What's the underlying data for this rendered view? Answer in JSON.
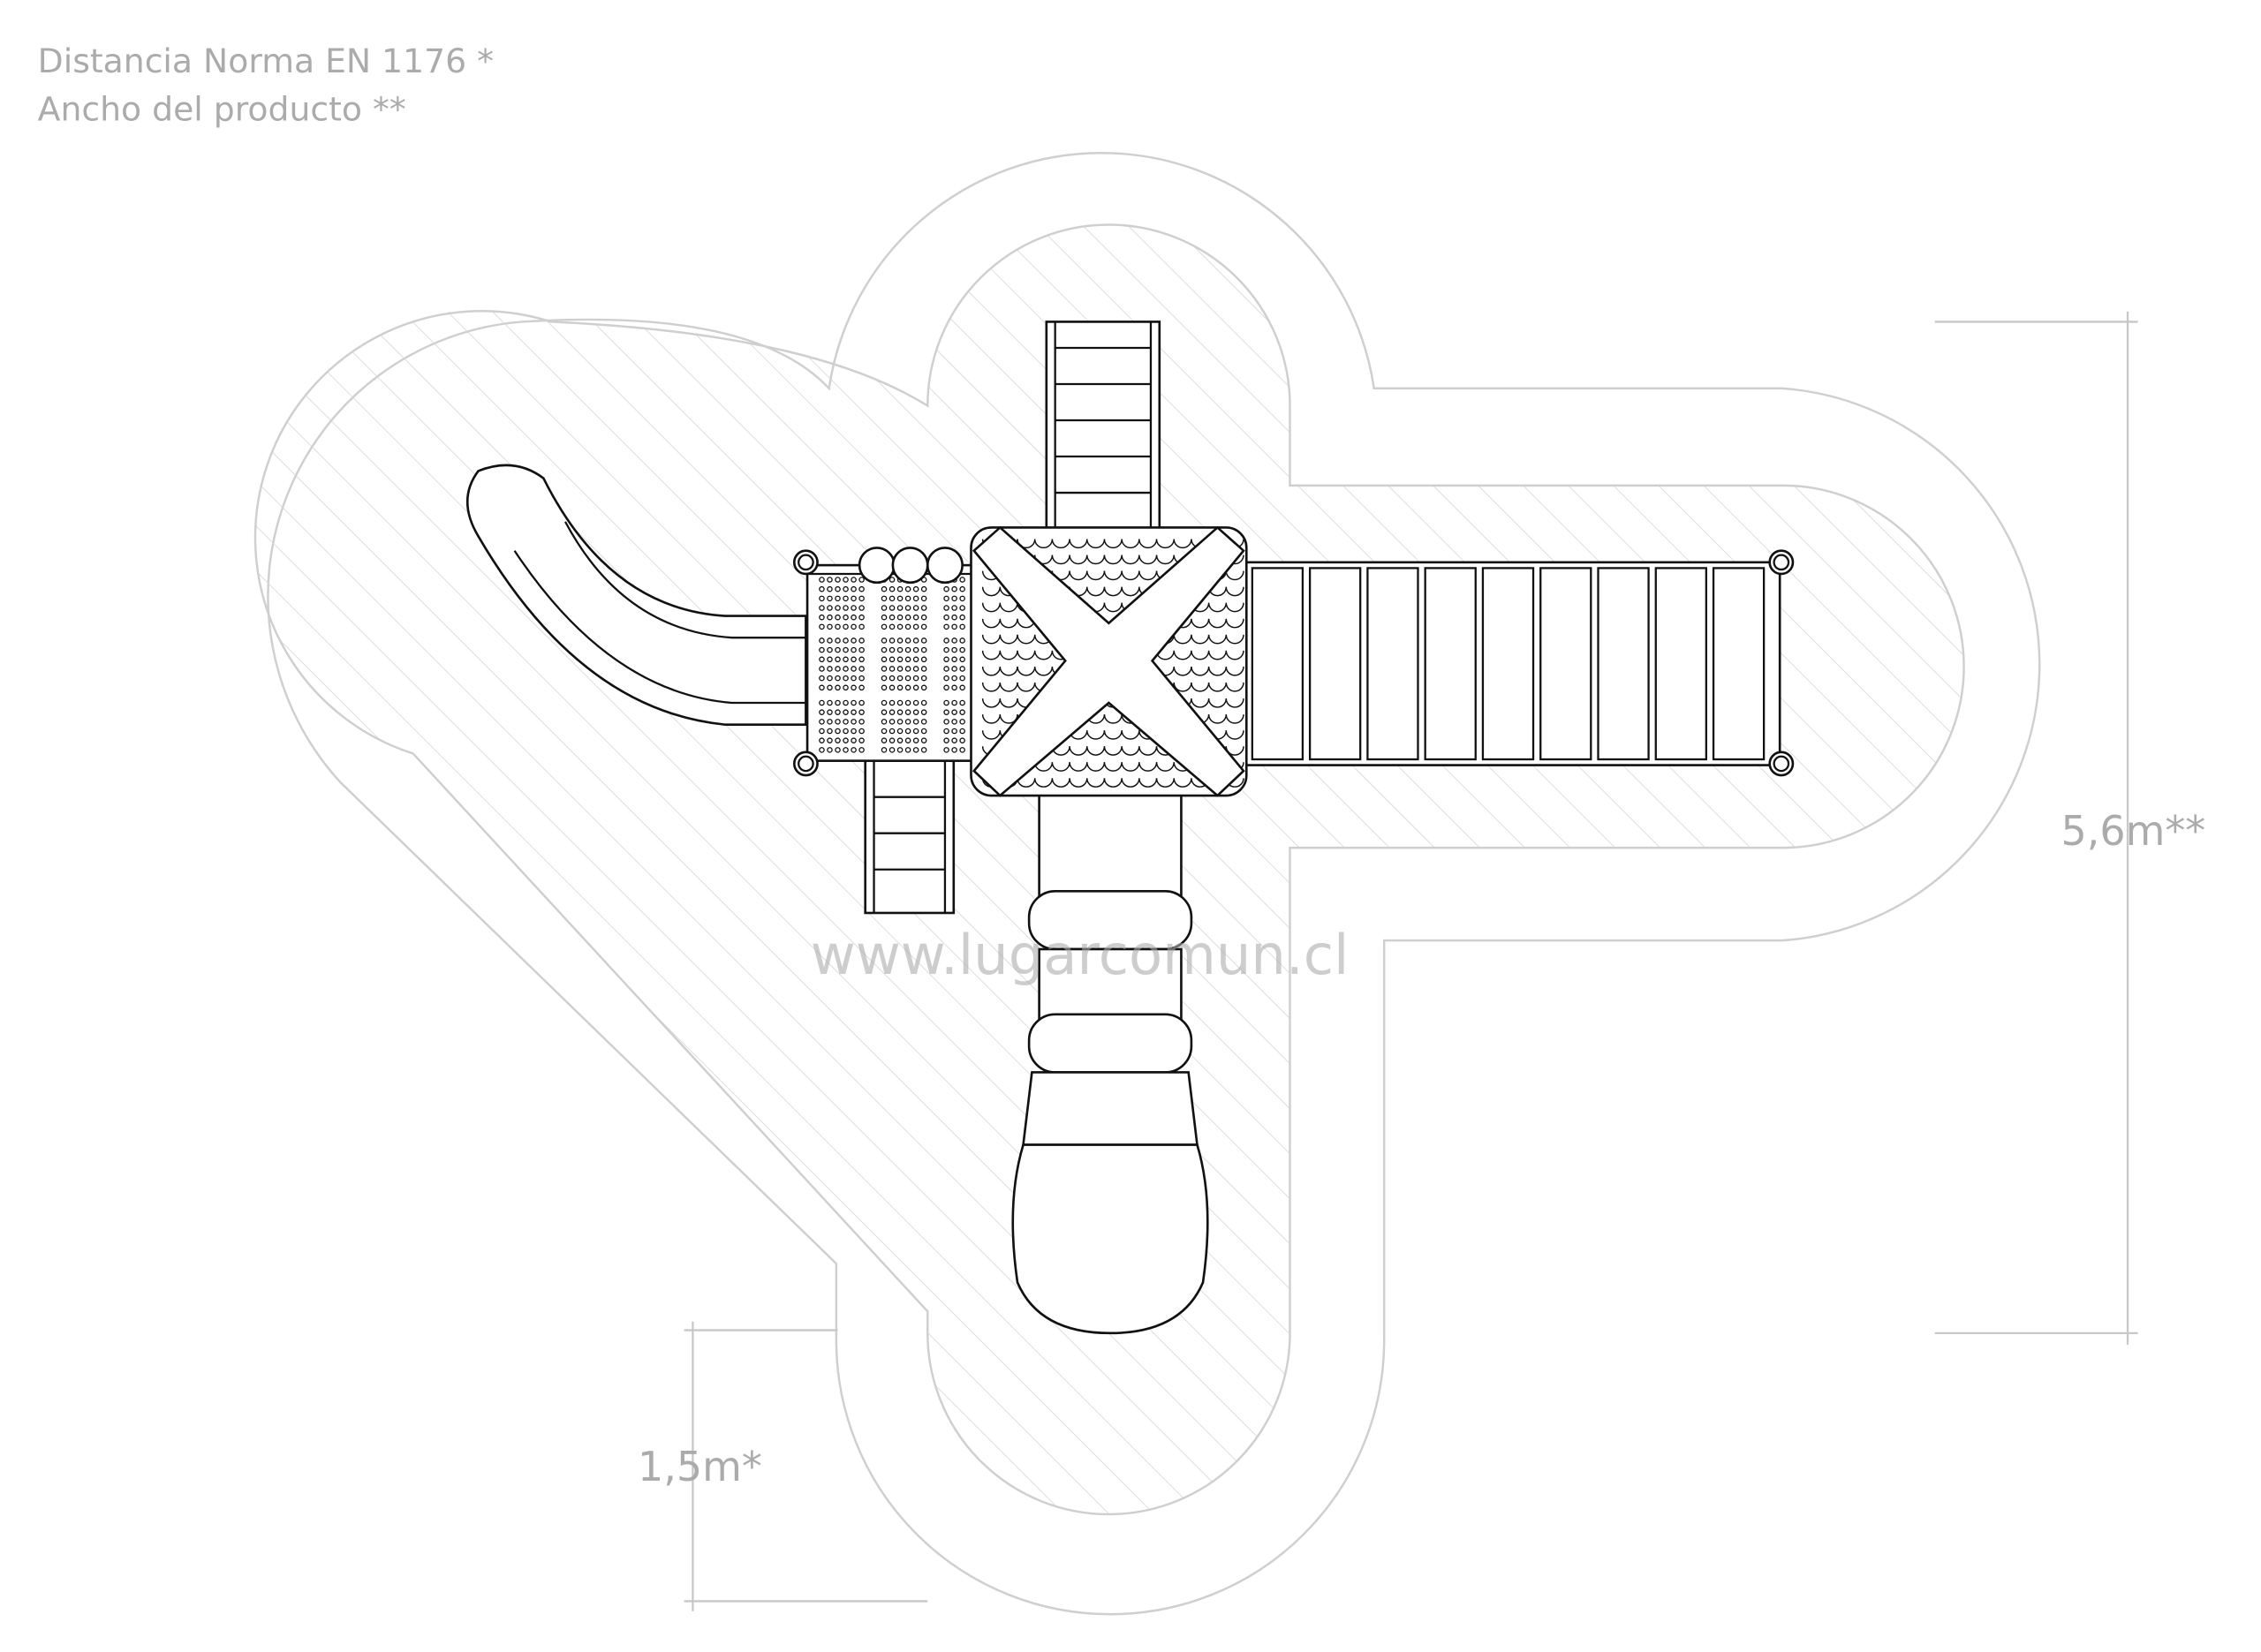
{
  "legend": {
    "line1": "Distancia Norma EN 1176 *",
    "line2": "Ancho del producto **"
  },
  "dimensions": {
    "product_width": "5,6m**",
    "safety_distance": "1,5m*"
  },
  "watermark": "www.lugarcomun.cl",
  "colors": {
    "label": "#ababab",
    "zone_line": "#cfcfcf",
    "drawing": "#111111"
  },
  "bridge_planks": 9
}
